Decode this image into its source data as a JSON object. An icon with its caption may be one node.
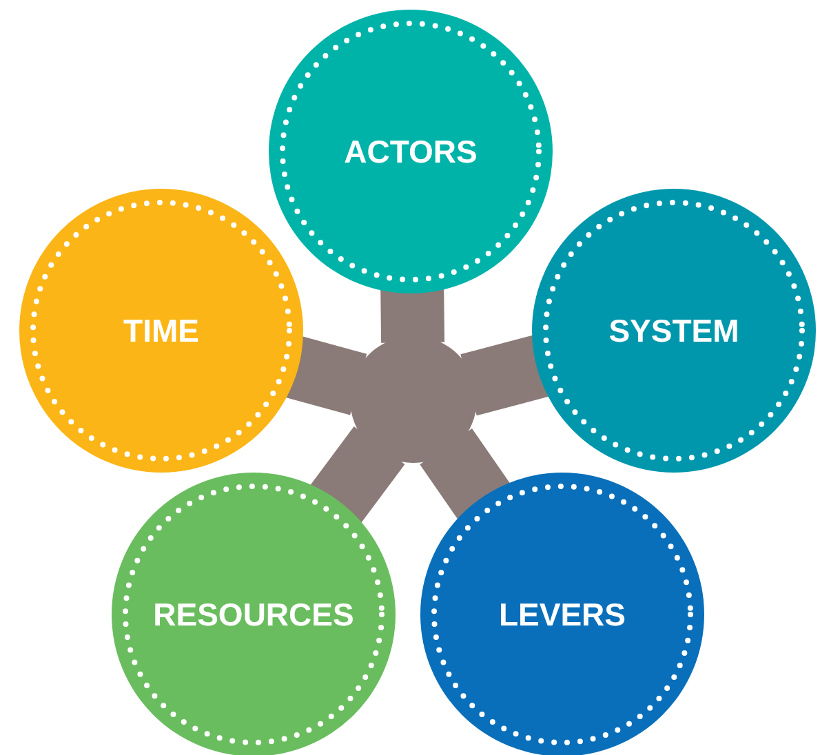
{
  "diagram": {
    "nodes": [
      {
        "text": [
          "ACTORS"
        ]
      },
      {
        "text": [
          "TIME"
        ]
      },
      {
        "text": [
          "SYSTEM"
        ]
      },
      {
        "text": [
          "RESOURCES"
        ]
      },
      {
        "text": [
          "LEVERS"
        ]
      },
      {
        "text": [],
        "shape": "circle"
      }
    ],
    "edges": [
      {
        "from": 5,
        "to": 0,
        "arrow": "none"
      },
      {
        "from": 5,
        "to": 1,
        "arrow": "none"
      },
      {
        "from": 5,
        "to": 2,
        "arrow": "none"
      },
      {
        "from": 5,
        "to": 3,
        "arrow": "none"
      },
      {
        "from": 5,
        "to": 4,
        "arrow": "none"
      }
    ]
  }
}
